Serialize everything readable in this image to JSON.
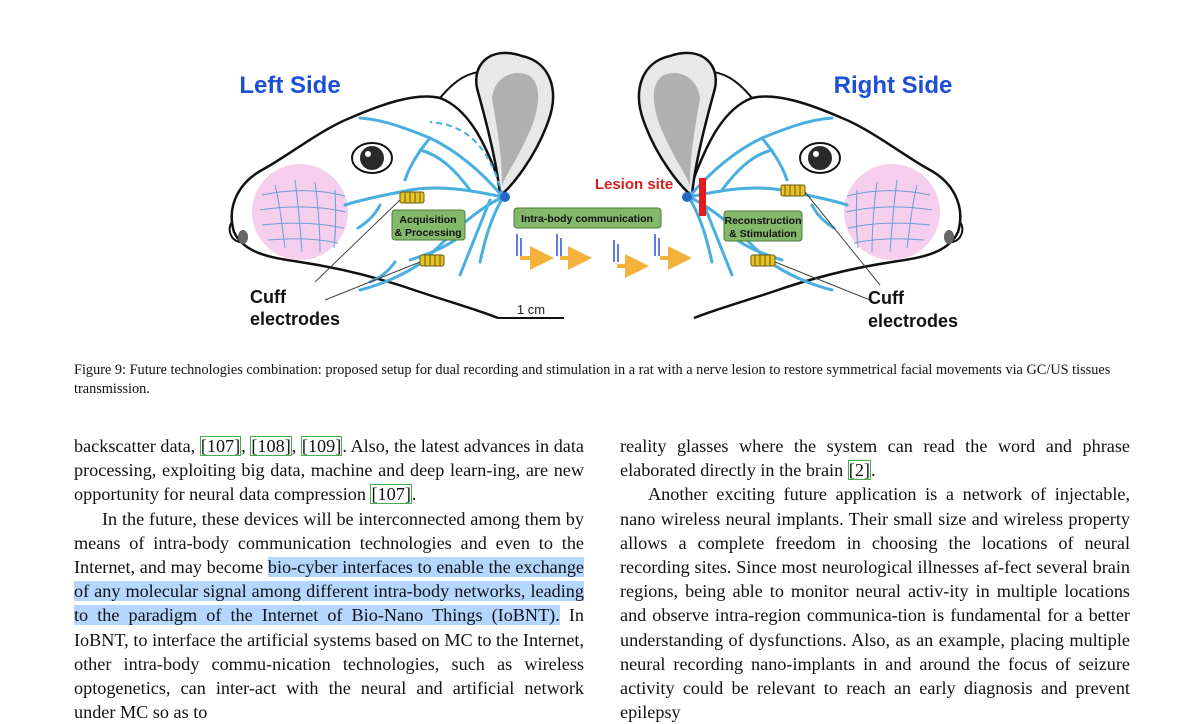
{
  "figure": {
    "left_title": "Left Side",
    "right_title": "Right Side",
    "left_box": [
      "Acquisition",
      "& Processing"
    ],
    "center_box": "Intra-body communication",
    "right_box": [
      "Reconstruction",
      "& Stimulation"
    ],
    "lesion_label": "Lesion site",
    "left_cuff": [
      "Cuff",
      "electrodes"
    ],
    "right_cuff": [
      "Cuff",
      "electrodes"
    ],
    "scale_label": "1 cm",
    "colors": {
      "title_blue": "#1a4fd6",
      "nerve_blue": "#49aee0",
      "box_green": "#84b86a",
      "lesion_red": "#e21b1b",
      "whisker_pink": "#f5c9ec",
      "arrow_orange": "#f4b13b"
    }
  },
  "caption": "Figure 9: Future technologies combination: proposed setup for dual recording and stimulation in a rat with a nerve lesion to restore symmetrical facial movements via GC/US tissues transmission.",
  "left_column": {
    "p1": {
      "t0": "backscatter data, ",
      "c1": "[107]",
      "t1": ", ",
      "c2": "[108]",
      "t2": ", ",
      "c3": "[109]",
      "t3": ". Also, the latest advances in data processing, exploiting big data, machine and deep learn-ing, are new opportunity for neural data compression ",
      "c4": "[107]",
      "t4": "."
    },
    "p2": {
      "t0": "In the future, these devices will be interconnected among them by means of intra-body communication technologies and even to the Internet, and may become ",
      "hl": "bio-cyber interfaces to enable the exchange of any molecular signal among different intra-body networks, leading to the paradigm of the Internet of Bio-Nano Things (IoBNT).",
      "t1": " In IoBNT, to interface the artificial systems based on MC to the Internet, other intra-body commu-nication technologies, such as wireless optogenetics, can inter-act with the neural and artificial network under MC so as to"
    }
  },
  "right_column": {
    "p1": {
      "t0": "reality glasses where the system can read the word and phrase elaborated directly in the brain ",
      "c1": "[2]",
      "t1": "."
    },
    "p2": {
      "t0": "Another exciting future application is a network of injectable, nano wireless neural implants.  Their small size and wireless property allows a complete freedom in choosing the locations of neural recording sites. Since most neurological illnesses af-fect several brain regions, being able to monitor neural activ-ity in multiple locations and observe intra-region communica-tion is fundamental for a better understanding of dysfunctions. Also, as an example, placing multiple neural recording nano-implants in and around the focus of seizure activity could be relevant to reach an early diagnosis and prevent epilepsy"
    }
  }
}
